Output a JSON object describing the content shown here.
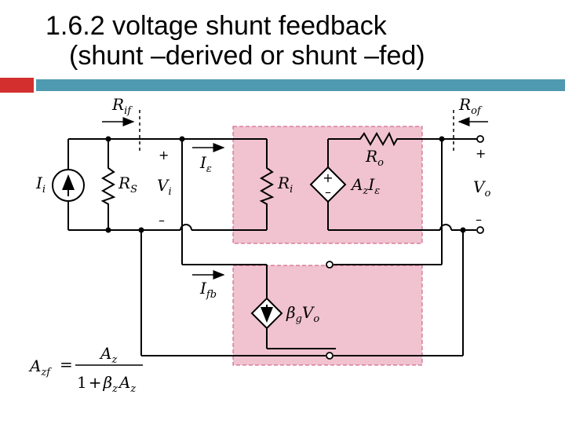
{
  "slide": {
    "title_line1": "1.6.2 voltage shunt feedback",
    "title_line2": "(shunt –derived or shunt –fed)"
  },
  "colors": {
    "accent_red": "#d32f2f",
    "accent_teal": "#4f9ab0",
    "amplifier_box_fill": "#f1c2d0",
    "amplifier_box_border": "#c9507a"
  },
  "circuit": {
    "labels": {
      "rif": {
        "main": "R",
        "sub": "if"
      },
      "rof": {
        "main": "R",
        "sub": "of"
      },
      "ii": {
        "main": "I",
        "sub": "i"
      },
      "rs": {
        "main": "R",
        "sub": "S"
      },
      "vi": {
        "main": "V",
        "sub": "i"
      },
      "ie": {
        "main": "I",
        "sub": "ε"
      },
      "ri": {
        "main": "R",
        "sub": "i"
      },
      "ro": {
        "main": "R",
        "sub": "o"
      },
      "azie": {
        "main": "A",
        "sub": "z",
        "tail": "I",
        "tail_sub": "ε"
      },
      "vo": {
        "main": "V",
        "sub": "o"
      },
      "ifb": {
        "main": "I",
        "sub": "fb"
      },
      "bgvo": {
        "main": "β",
        "sub": "g",
        "tail": "V",
        "tail_sub": "o"
      }
    },
    "polarity": {
      "vi_plus": "+",
      "vi_minus": "–",
      "vo_plus": "+",
      "vo_minus": "–",
      "src_plus": "+",
      "src_minus": "–"
    }
  },
  "formula": {
    "lhs_main": "A",
    "lhs_sub": "zf",
    "equals": "=",
    "num_main": "A",
    "num_sub": "z",
    "den_one": "1",
    "den_plus": "+",
    "den_beta": "β",
    "den_beta_sub": "z",
    "den_a": "A",
    "den_a_sub": "z"
  }
}
